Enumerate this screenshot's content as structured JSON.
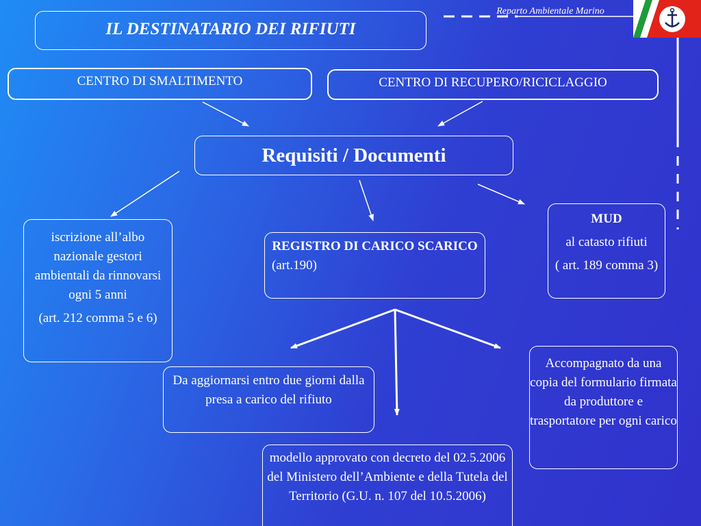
{
  "header": {
    "title": "IL DESTINATARIO DEI RIFIUTI",
    "organization": "Reparto Ambientale Marino"
  },
  "top_boxes": {
    "smaltimento": "CENTRO DI SMALTIMENTO",
    "recupero": "CENTRO DI RECUPERO/RICICLAGGIO"
  },
  "center": {
    "label": "Requisiti / Documenti"
  },
  "albo": {
    "text": "iscrizione all’albo nazionale gestori ambientali da rinnovarsi ogni 5 anni",
    "ref": "(art. 212 comma 5 e 6)"
  },
  "registro": {
    "title": "REGISTRO DI CARICO SCARICO",
    "ref": "(art.190)"
  },
  "mud": {
    "title": "MUD",
    "line1": "al catasto rifiuti",
    "line2": "( art. 189 comma 3)"
  },
  "details": {
    "aggiornamento": "Da aggiornarsi entro due giorni dalla presa a carico del rifiuto",
    "accompagnato": "Accompagnato da una copia del formulario firmata da produttore e trasportatore per ogni carico",
    "modello": "modello approvato con decreto del 02.5.2006 del Ministero dell’Ambiente e della Tutela del Territorio (G.U. n. 107 del 10.5.2006)"
  },
  "colors": {
    "background_light": "#1f8cf5",
    "background_dark": "#3131cc",
    "lines": "#ffffff",
    "logo_green": "#1f9a3a",
    "logo_red": "#e2231a"
  },
  "icons": {
    "logo": "anchor-emblem-icon"
  }
}
